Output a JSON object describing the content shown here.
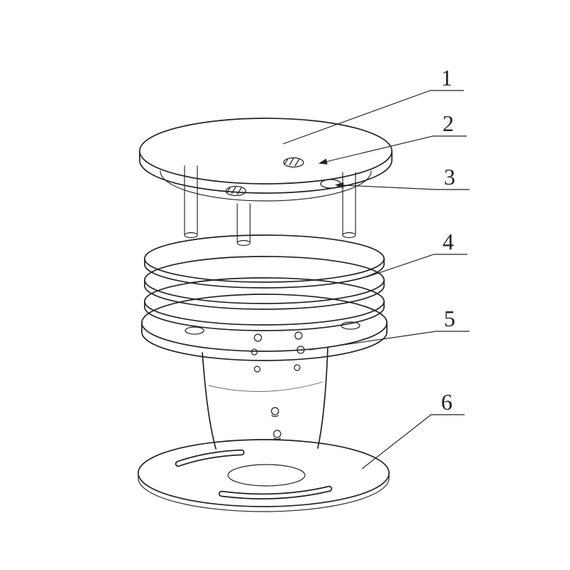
{
  "colors": {
    "ink": "#222222",
    "bg": "#ffffff"
  },
  "callouts": [
    {
      "label": "1"
    },
    {
      "label": "2"
    },
    {
      "label": "3"
    },
    {
      "label": "4"
    },
    {
      "label": "5"
    },
    {
      "label": "6"
    }
  ]
}
